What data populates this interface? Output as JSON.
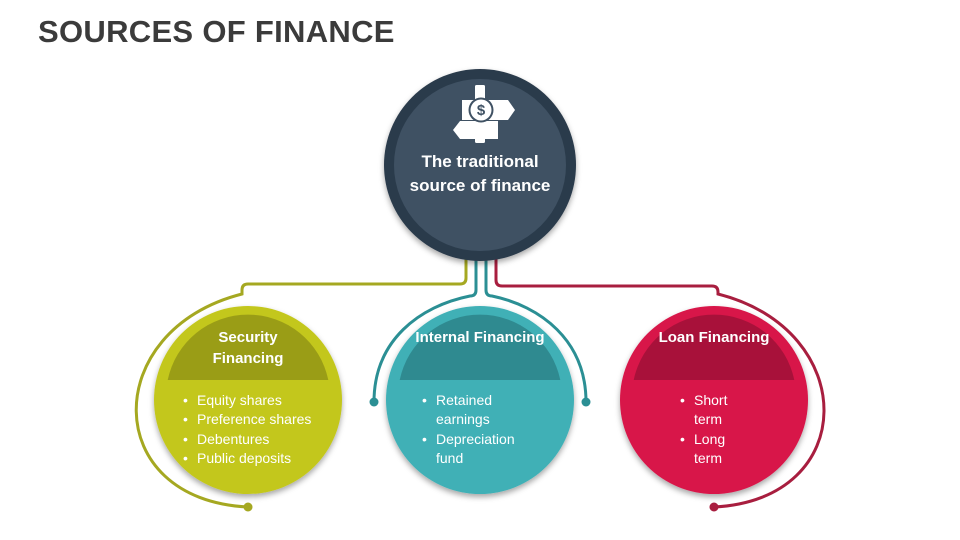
{
  "page": {
    "title": "SOURCES OF FINANCE"
  },
  "center": {
    "label": "The traditional source of finance",
    "icon": "signpost-dollar-icon"
  },
  "branches": [
    {
      "id": "security",
      "title": "Security Financing",
      "items": [
        "Equity shares",
        "Preference shares",
        "Debentures",
        "Public deposits"
      ]
    },
    {
      "id": "internal",
      "title": "Internal Financing",
      "items": [
        "Retained earnings",
        "Depreciation fund"
      ]
    },
    {
      "id": "loan",
      "title": "Loan Financing",
      "items": [
        "Short term",
        "Long term"
      ]
    }
  ],
  "colors": {
    "center": "#3f5163",
    "center_ring": "#2b3b4b",
    "security": "#c3c71e",
    "security_header": "#9a9d16",
    "security_line": "#a5a821",
    "internal": "#3fb0b6",
    "internal_header": "#2f8a90",
    "internal_line": "#2b8f94",
    "loan": "#d8184a",
    "loan_header": "#a8113a",
    "loan_line": "#a81e3f"
  }
}
